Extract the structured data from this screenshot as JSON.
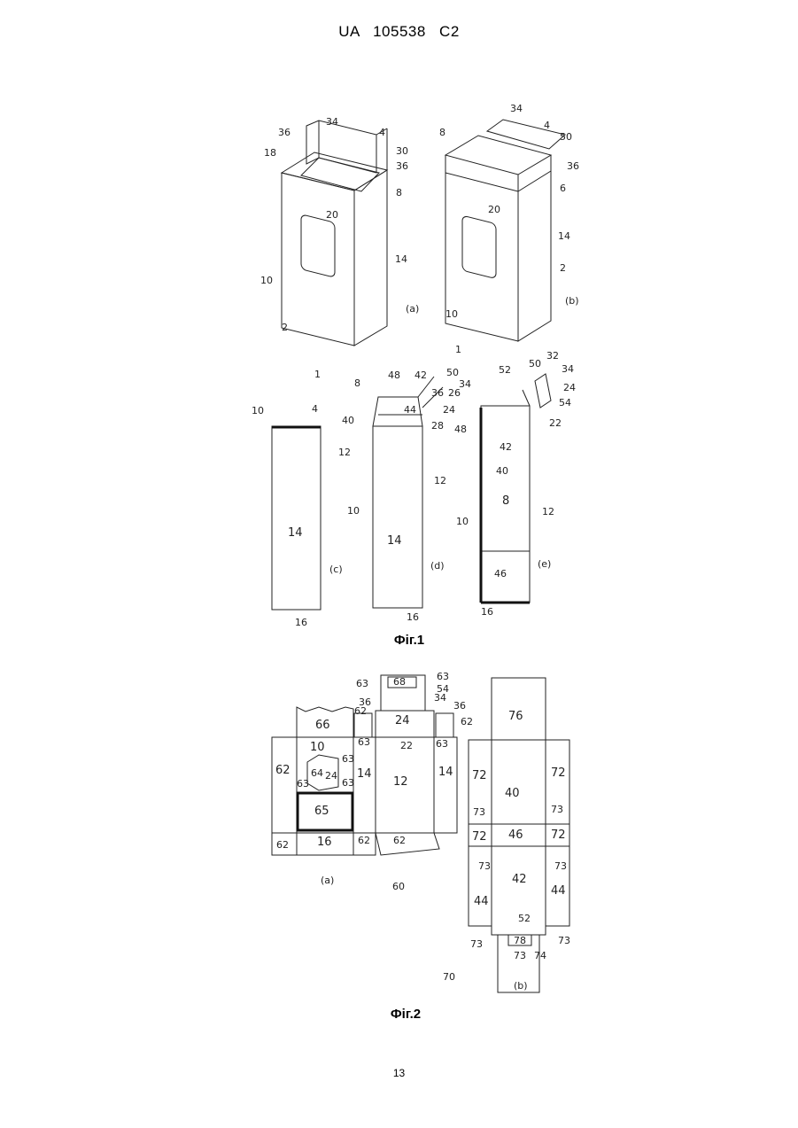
{
  "header": {
    "text": "UA   105538   C2"
  },
  "figures": {
    "fig1": {
      "caption": "Фіг.1"
    },
    "fig2": {
      "caption": "Фіг.2"
    }
  },
  "page_number": "13",
  "fig1_labels": {
    "a": [
      "36",
      "34",
      "4",
      "18",
      "30",
      "36",
      "8",
      "20",
      "10",
      "14",
      "2",
      "(a)",
      "1"
    ],
    "b": [
      "34",
      "4",
      "8",
      "50",
      "36",
      "6",
      "20",
      "14",
      "2",
      "10",
      "(b)",
      "1"
    ],
    "c": [
      "10",
      "4",
      "12",
      "14",
      "(c)",
      "16"
    ],
    "d": [
      "8",
      "48",
      "42",
      "50",
      "36",
      "26",
      "34",
      "44",
      "24",
      "40",
      "28",
      "12",
      "10",
      "14",
      "(d)",
      "16"
    ],
    "e": [
      "52",
      "50",
      "32",
      "34",
      "24",
      "54",
      "22",
      "48",
      "42",
      "40",
      "8",
      "12",
      "10",
      "46",
      "(e)",
      "16"
    ]
  },
  "fig2_labels": {
    "a": [
      "63",
      "68",
      "63",
      "54",
      "62",
      "36",
      "34",
      "36",
      "62",
      "66",
      "24",
      "22",
      "63",
      "63",
      "10",
      "63",
      "62",
      "64",
      "24",
      "63",
      "14",
      "12",
      "14",
      "65",
      "63",
      "62",
      "16",
      "62",
      "(a)",
      "60"
    ],
    "b": [
      "76",
      "72",
      "40",
      "72",
      "73",
      "73",
      "72",
      "46",
      "72",
      "73",
      "73",
      "42",
      "44",
      "44",
      "52",
      "73",
      "78",
      "73",
      "73",
      "74",
      "70",
      "(b)"
    ]
  }
}
